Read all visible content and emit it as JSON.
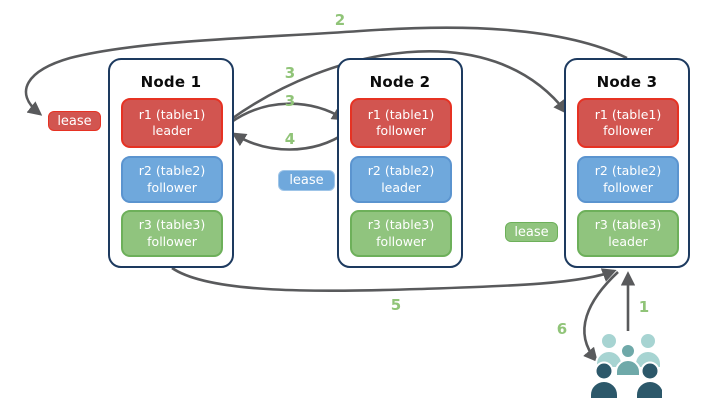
{
  "nodes": [
    {
      "title": "Node 1",
      "replicas": [
        {
          "name": "r1 (table1)",
          "role": "leader",
          "color": "red"
        },
        {
          "name": "r2 (table2)",
          "role": "follower",
          "color": "blue"
        },
        {
          "name": "r3 (table3)",
          "role": "follower",
          "color": "green"
        }
      ]
    },
    {
      "title": "Node 2",
      "replicas": [
        {
          "name": "r1 (table1)",
          "role": "follower",
          "color": "red"
        },
        {
          "name": "r2 (table2)",
          "role": "leader",
          "color": "blue"
        },
        {
          "name": "r3 (table3)",
          "role": "follower",
          "color": "green"
        }
      ]
    },
    {
      "title": "Node 3",
      "replicas": [
        {
          "name": "r1 (table1)",
          "role": "follower",
          "color": "red"
        },
        {
          "name": "r2 (table2)",
          "role": "follower",
          "color": "blue"
        },
        {
          "name": "r3 (table3)",
          "role": "leader",
          "color": "green"
        }
      ]
    }
  ],
  "leases": [
    {
      "label": "lease",
      "color": "red"
    },
    {
      "label": "lease",
      "color": "blue"
    },
    {
      "label": "lease",
      "color": "green"
    }
  ],
  "steps": {
    "s1": "1",
    "s2": "2",
    "s3a": "3",
    "s3b": "3",
    "s4": "4",
    "s5": "5",
    "s6": "6"
  },
  "icons": {
    "users": "users-icon"
  },
  "colors": {
    "red_fill": "#d25550",
    "red_stroke": "#e63223",
    "blue_fill": "#6fa8dc",
    "blue_stroke": "#5b94cf",
    "blue_light_stroke": "#9fc5e8",
    "green_fill": "#90c47e",
    "green_stroke": "#6db05a",
    "node_border": "#1d3a5f",
    "arrow": "#595a5c",
    "step_label": "#90c478",
    "users_light": "#a7d4d2",
    "users_mid": "#6fa9a9",
    "users_dark": "#2c586a"
  }
}
